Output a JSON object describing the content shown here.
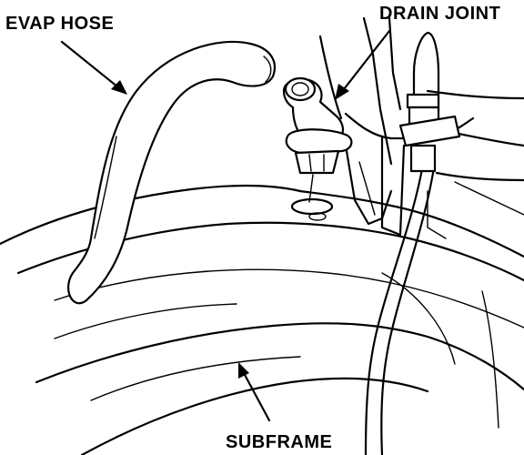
{
  "labels": {
    "evap_hose": "EVAP HOSE",
    "drain_joint": "DRAIN JOINT",
    "subframe": "SUBFRAME"
  }
}
